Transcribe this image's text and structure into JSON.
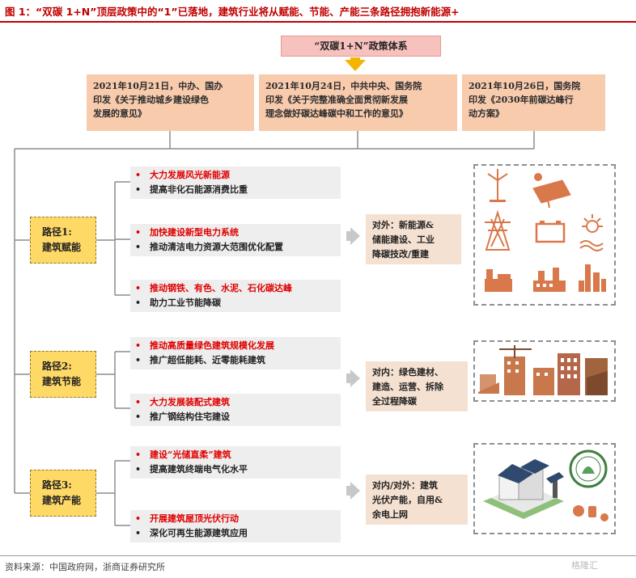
{
  "title": "图 1：“双碳 1+N”顶层政策中的“1”已落地，建筑行业将从赋能、节能、产能三条路径拥抱新能源+",
  "policy_system": "“双碳1+N”政策体系",
  "documents": [
    {
      "lines": [
        "2021年10月21日，中办、国办",
        "印发《关于推动城乡建设绿色",
        "发展的意见》"
      ]
    },
    {
      "lines": [
        "2021年10月24日，中共中央、国务院",
        "印发《关于完整准确全面贯彻新发展",
        "理念做好碳达峰碳中和工作的意见》"
      ]
    },
    {
      "lines": [
        "2021年10月26日，国务院",
        "印发《2030年前碳达峰行",
        "动方案》"
      ]
    }
  ],
  "routes": [
    {
      "label_line1": "路径1:",
      "label_line2": "建筑赋能",
      "items": [
        {
          "red": "大力发展风光新能源",
          "black": "提高非化石能源消费比重"
        },
        {
          "red": "加快建设新型电力系统",
          "black": "推动清洁电力资源大范围优化配置"
        },
        {
          "red": "推动钢铁、有色、水泥、石化碳达峰",
          "black": "助力工业节能降碳"
        }
      ],
      "result_lines": [
        "对外：新能源&",
        "储能建设、工业",
        "降碳技改/重建"
      ]
    },
    {
      "label_line1": "路径2:",
      "label_line2": "建筑节能",
      "items": [
        {
          "red": "推动高质量绿色建筑规模化发展",
          "black": "推广超低能耗、近零能耗建筑"
        },
        {
          "red": "大力发展装配式建筑",
          "black": "推广钢结构住宅建设"
        }
      ],
      "result_lines": [
        "对内：绿色建材、",
        "建造、运营、拆除",
        "全过程降碳"
      ]
    },
    {
      "label_line1": "路径3:",
      "label_line2": "建筑产能",
      "items": [
        {
          "red": "建设“光储直柔”建筑",
          "black": "提高建筑终端电气化水平"
        },
        {
          "red": "开展建筑屋顶光伏行动",
          "black": "深化可再生能源建筑应用"
        }
      ],
      "result_lines": [
        "对内/对外：建筑",
        "光伏产能，自用&",
        "余电上网"
      ]
    }
  ],
  "bullet": "•",
  "source": "资料来源：中国政府网，浙商证券研究所",
  "watermark": "格隆汇",
  "colors": {
    "accent_red": "#c00000",
    "route_yellow": "#ffd966",
    "doc_peach": "#f8cbad",
    "icon_orange": "#d9784a"
  },
  "icons": [
    "wind-turbine-icon",
    "solar-panel-icon",
    "power-tower-icon",
    "battery-icon",
    "heat-icon",
    "factory-icon",
    "power-plant-icon",
    "refinery-icon",
    "construction-icon",
    "green-house-icon",
    "green-building-seal-icon"
  ]
}
